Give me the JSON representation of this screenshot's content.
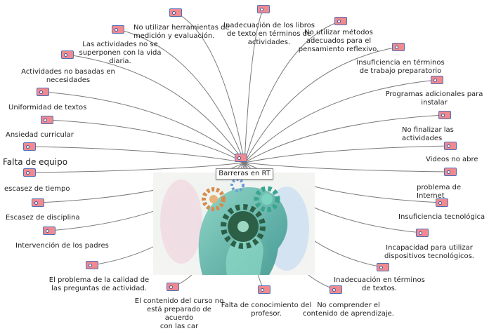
{
  "center": {
    "label": "Barreras en RT"
  },
  "branches": [
    {
      "label": "No utilizar herramientas de\nmedición y evaluación."
    },
    {
      "label": "Inadecuación de los libros\nde texto en términos de\nactividades."
    },
    {
      "label": "No utilizar métodos\nadecuados para el\npensamiento reflexivo."
    },
    {
      "label": "Las actividades no se\nsuperponen con la vida\ndiaria."
    },
    {
      "label": "Insuficiencia en términos\nde trabajo preparatorio"
    },
    {
      "label": "Actividades no basadas en\nnecesidades"
    },
    {
      "label": "Programas adicionales para\ninstalar"
    },
    {
      "label": "Uniformidad de textos"
    },
    {
      "label": "No finalizar las actividades"
    },
    {
      "label": "Ansiedad curricular"
    },
    {
      "label": "Videos no abre"
    },
    {
      "label": "Falta de equipo"
    },
    {
      "label": "problema de Internet"
    },
    {
      "label": "escasez de tiempo"
    },
    {
      "label": "Insuficiencia tecnológica"
    },
    {
      "label": "Escasez de disciplina"
    },
    {
      "label": "Incapacidad para utilizar\ndispositivos tecnológicos."
    },
    {
      "label": "Intervención de los padres"
    },
    {
      "label": "Inadecuación en términos\nde textos."
    },
    {
      "label": "El problema de la calidad de\nlas preguntas de actividad."
    },
    {
      "label": "El contenido del curso no\nestá preparado de acuerdo\ncon las car"
    },
    {
      "label": "Falta de conocimiento del\nprofesor."
    },
    {
      "label": "No comprender el\ncontenido de aprendizaje."
    }
  ],
  "colors": {
    "tag_fill": "#f08a8f",
    "tag_border": "#4a6fb8",
    "connector": "#7a7a7a"
  },
  "icons": {
    "tag": "tag-icon",
    "illustration": "head-gears-illustration"
  }
}
